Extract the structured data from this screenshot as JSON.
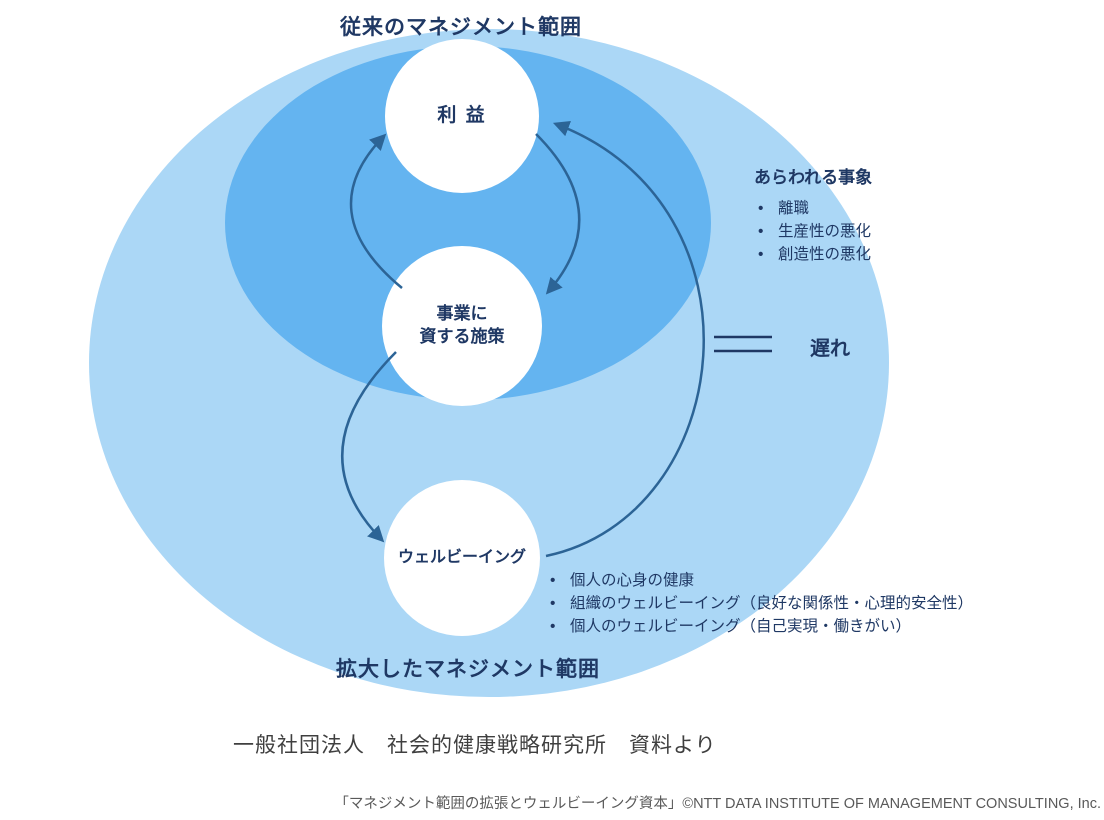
{
  "diagram": {
    "title_inner": "従来のマネジメント範囲",
    "title_outer": "拡大したマネジメント範囲",
    "nodes": {
      "profit": "利 益",
      "measures_line1": "事業に",
      "measures_line2": "資する施策",
      "wellbeing": "ウェルビーイング"
    },
    "phenomena": {
      "heading": "あらわれる事象",
      "items": [
        "離職",
        "生産性の悪化",
        "創造性の悪化"
      ]
    },
    "delay_label": "遅れ",
    "wellbeing_items": [
      "個人の心身の健康",
      "組織のウェルビーイング（良好な関係性・心理的安全性）",
      "個人のウェルビーイング（自己実現・働きがい）"
    ],
    "source": "一般社団法人　社会的健康戦略研究所　資料より",
    "credit": "「マネジメント範囲の拡張とウェルビーイング資本」©NTT DATA INSTITUTE OF MANAGEMENT CONSULTING, Inc.",
    "colors": {
      "outer_ellipse": "#ABD7F6",
      "inner_ellipse": "#64B4F0",
      "node_fill": "#FFFFFF",
      "arrow": "#2C6496",
      "text_navy": "#1F3864"
    }
  }
}
